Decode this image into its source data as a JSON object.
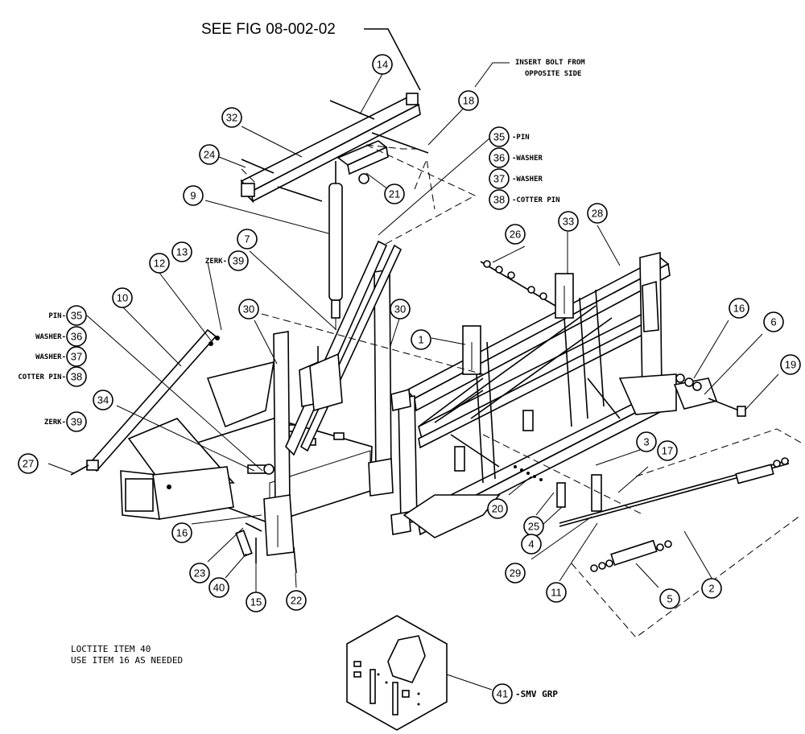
{
  "see_fig": "SEE FIG 08-002-02",
  "insert_bolt": [
    "INSERT BOLT FROM",
    "OPPOSITE SIDE"
  ],
  "legend_top": [
    {
      "num": "35",
      "label": "-PIN"
    },
    {
      "num": "36",
      "label": "-WASHER"
    },
    {
      "num": "37",
      "label": "-WASHER"
    },
    {
      "num": "38",
      "label": "-COTTER PIN"
    }
  ],
  "legend_left": [
    {
      "num": "35",
      "label": "PIN-"
    },
    {
      "num": "36",
      "label": "WASHER-"
    },
    {
      "num": "37",
      "label": "WASHER-"
    },
    {
      "num": "38",
      "label": "COTTER PIN-"
    },
    {
      "num": "39",
      "label": "ZERK-"
    }
  ],
  "zerk_top": {
    "num": "39",
    "label": "ZERK-"
  },
  "notes": [
    "LOCTITE ITEM 40",
    "USE ITEM 16 AS NEEDED"
  ],
  "smv": {
    "num": "41",
    "label": "-SMV GRP"
  },
  "callouts": [
    "14",
    "18",
    "32",
    "24",
    "21",
    "9",
    "7",
    "13",
    "12",
    "10",
    "30",
    "30",
    "1",
    "33",
    "28",
    "26",
    "16",
    "6",
    "19",
    "34",
    "27",
    "3",
    "17",
    "20",
    "25",
    "4",
    "29",
    "11",
    "2",
    "5",
    "16",
    "23",
    "40",
    "15",
    "22"
  ]
}
